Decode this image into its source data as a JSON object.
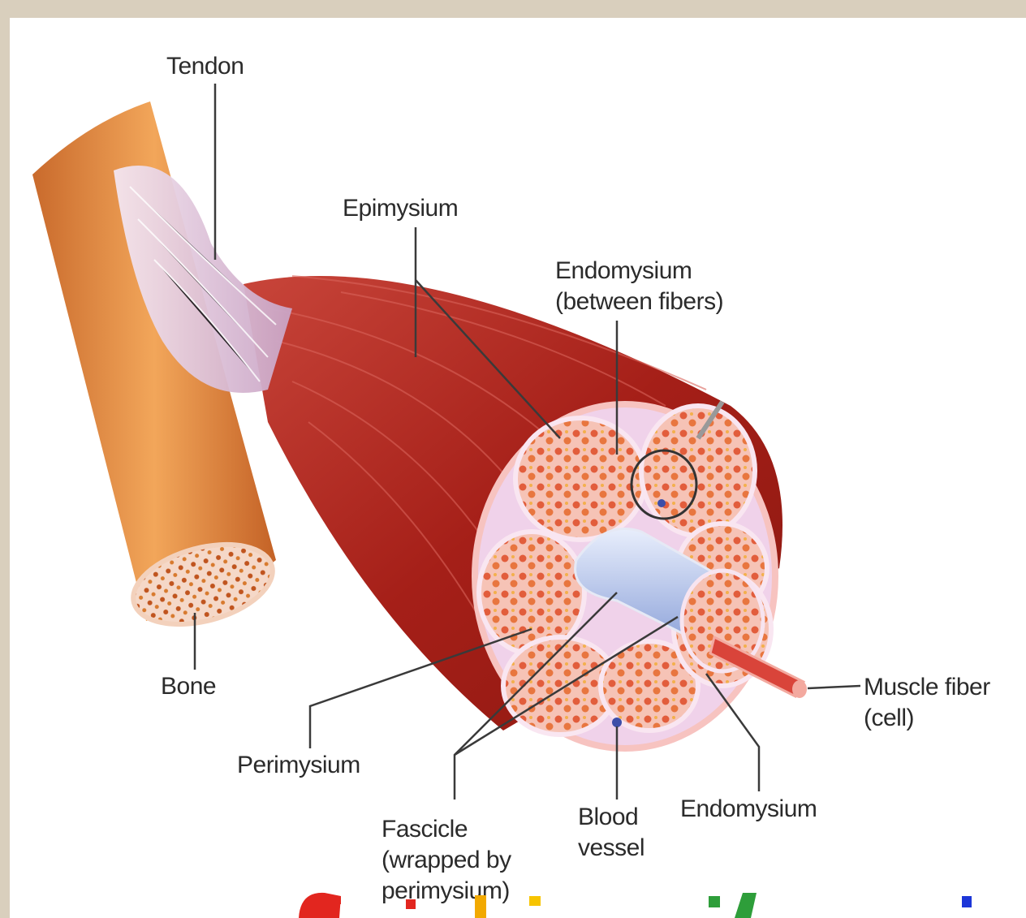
{
  "labels": {
    "tendon": "Tendon",
    "epimysium": "Epimysium",
    "endomysium_top_1": "Endomysium",
    "endomysium_top_2": "(between fibers)",
    "bone": "Bone",
    "perimysium": "Perimysium",
    "fascicle_1": "Fascicle",
    "fascicle_2": "(wrapped by",
    "fascicle_3": "perimysium)",
    "blood_vessel_1": "Blood",
    "blood_vessel_2": "vessel",
    "endomysium_bottom": "Endomysium",
    "muscle_fiber_1": "Muscle fiber",
    "muscle_fiber_2": "(cell)"
  },
  "colors": {
    "muscle": "#b3261e",
    "bone": "#e0863a",
    "tendon": "#e9d6e6",
    "fascicle_fill": "#f2b9b0",
    "fascicle_dots": "#e2603f",
    "vessel": "#9fb3e3"
  }
}
